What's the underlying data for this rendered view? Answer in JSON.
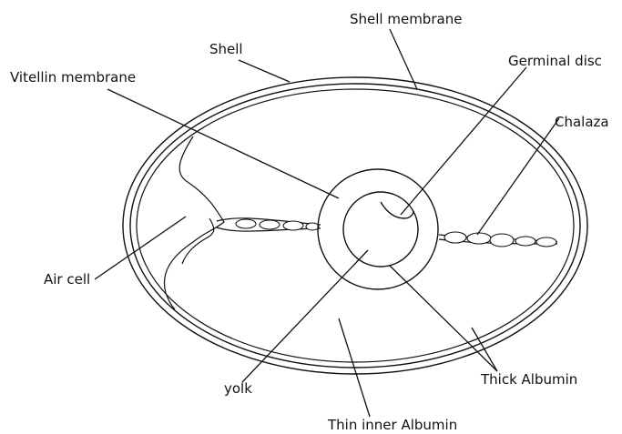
{
  "labels": {
    "shell_membrane": "Shell membrane",
    "shell": "Shell",
    "vitellin_membrane": "Vitellin membrane",
    "germinal_disc": "Germinal disc",
    "chalaza": "Chalaza",
    "air_cell": "Air cell",
    "yolk": "yolk",
    "thick_albumin": "Thick Albumin",
    "thin_inner_albumin": "Thin inner Albumin"
  }
}
